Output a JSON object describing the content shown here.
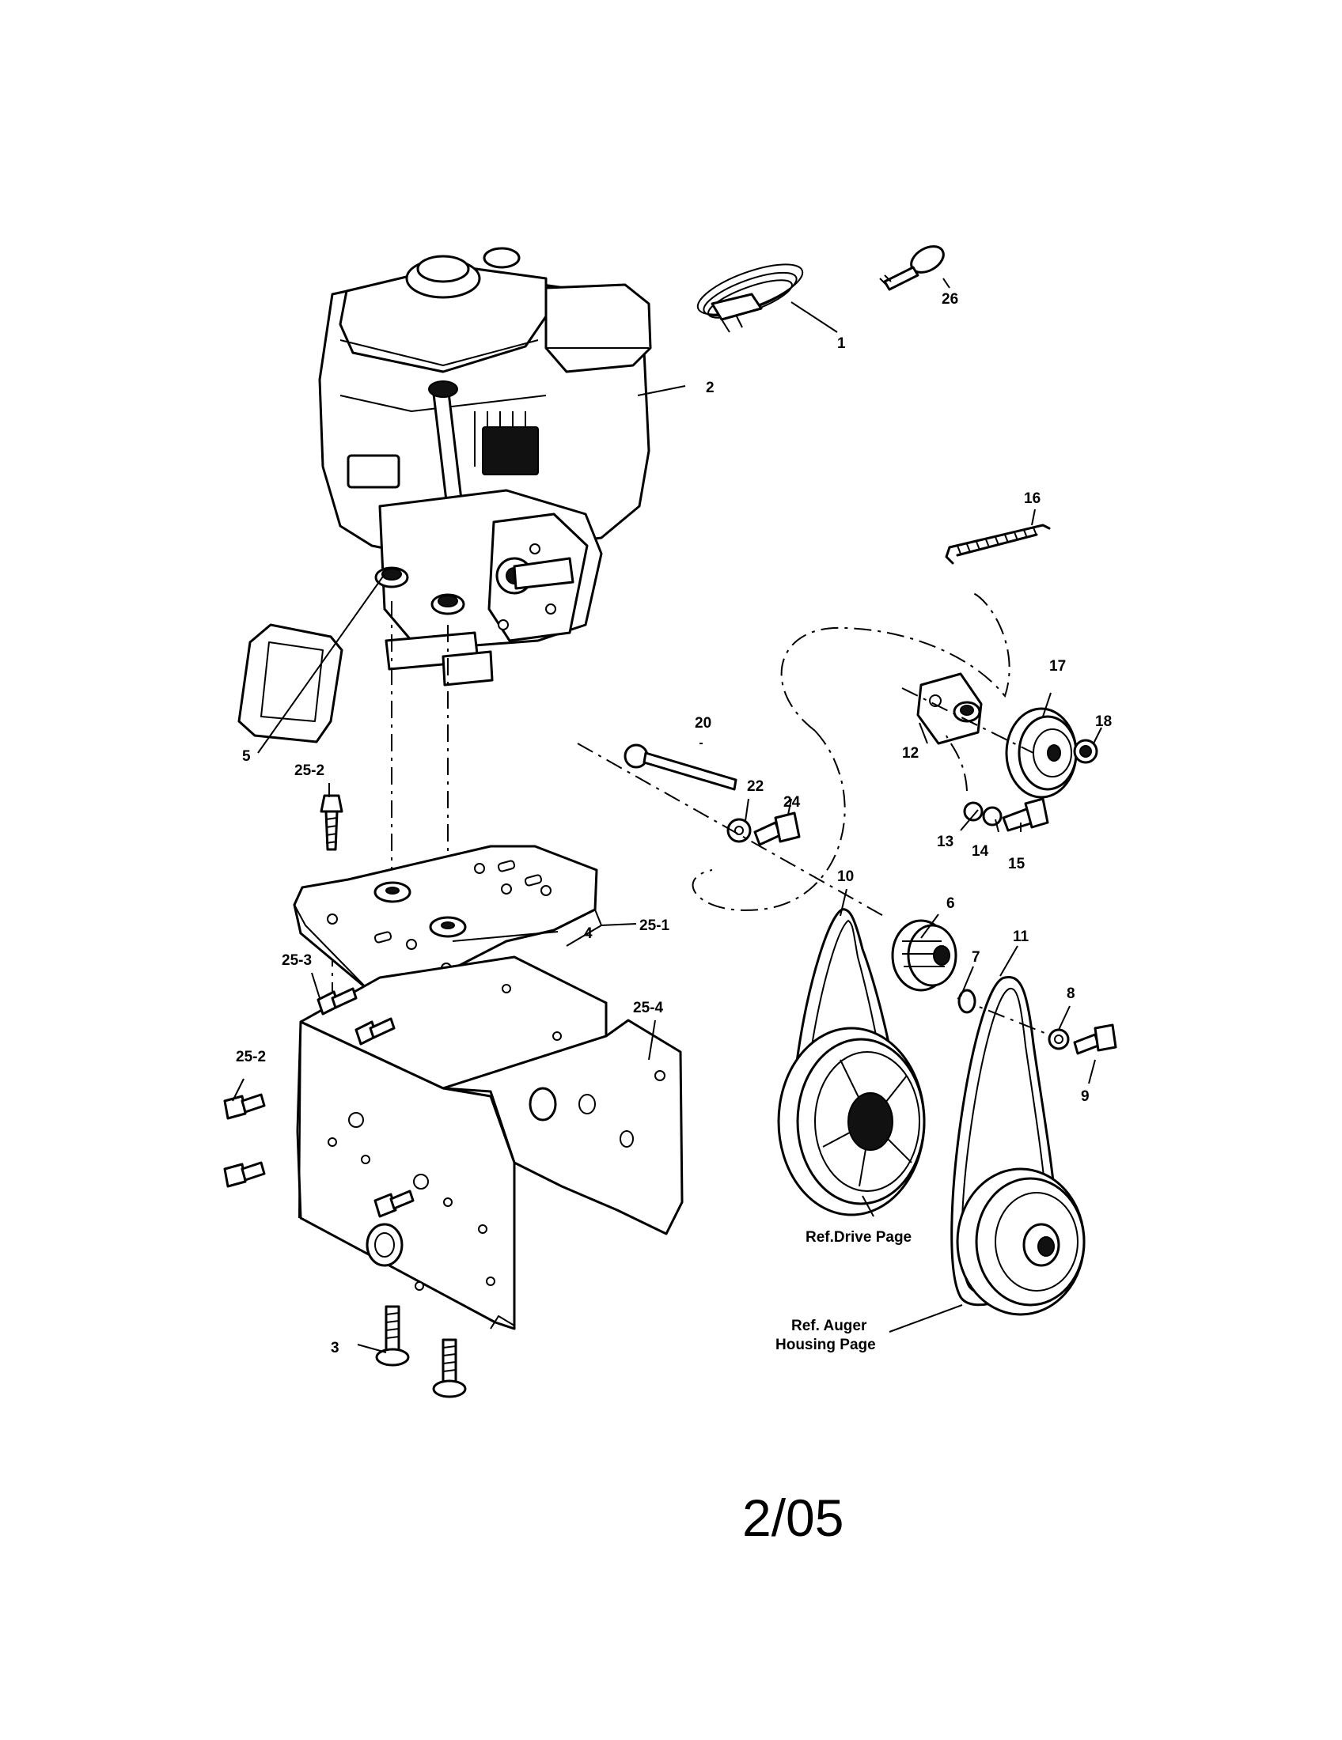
{
  "callouts": {
    "c1": "1",
    "c2": "2",
    "c3": "3",
    "c4": "4",
    "c5": "5",
    "c6": "6",
    "c7": "7",
    "c8": "8",
    "c9": "9",
    "c10": "10",
    "c11": "11",
    "c12": "12",
    "c13": "13",
    "c14": "14",
    "c15": "15",
    "c16": "16",
    "c17": "17",
    "c18": "18",
    "c20": "20",
    "c22": "22",
    "c24": "24",
    "c25_1": "25-1",
    "c25_2_top": "25-2",
    "c25_2_bottom": "25-2",
    "c25_3": "25-3",
    "c25_4": "25-4",
    "c26": "26"
  },
  "references": {
    "drive_page": "Ref.Drive Page",
    "auger_line1": "Ref. Auger",
    "auger_line2": "Housing Page"
  },
  "footer": {
    "date": "2/05"
  }
}
